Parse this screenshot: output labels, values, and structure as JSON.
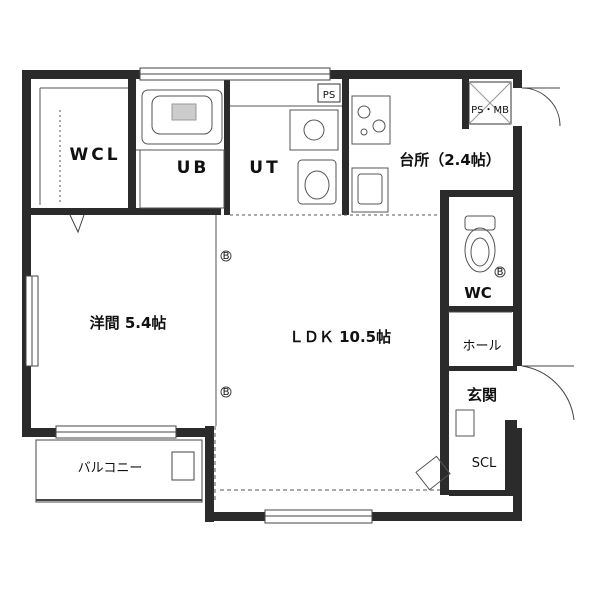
{
  "rooms": {
    "wcl": "WCL",
    "ub": "UB",
    "ut": "UT",
    "ps": "PS",
    "ps_mb": "PS・MB",
    "kitchen": "台所（2.4帖）",
    "western_room": "洋間 5.4帖",
    "ldk": "ＬＤＫ 10.5帖",
    "wc": "WC",
    "hall": "ホール",
    "entrance": "玄関",
    "scl": "SCL",
    "balcony": "バルコニー"
  },
  "small_marks": {
    "b_mark": "B"
  },
  "colors": {
    "wall": "#2b2b2b",
    "line": "#444444",
    "fixture": "#666666"
  }
}
